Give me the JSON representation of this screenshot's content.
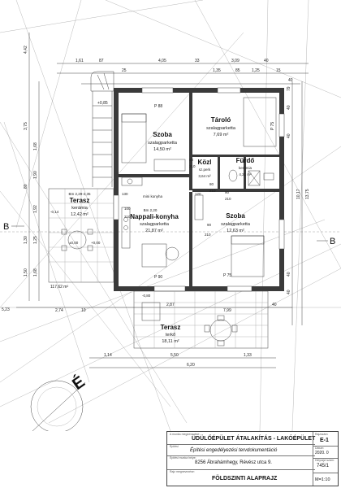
{
  "top_dims": {
    "row1": [
      "1,61",
      "87",
      "4,05",
      "33",
      "3,09",
      "40"
    ],
    "row2": [
      "25",
      "1,35",
      "85",
      "1,25",
      "15",
      "40"
    ],
    "left_vertical": [
      "4,42",
      "3,75",
      "1,68",
      "1,90",
      "80",
      "1,92",
      "1,30",
      "1,25",
      "1,50",
      "1,68"
    ],
    "right_vertical": [
      "79",
      "40",
      "40",
      "13,75",
      "10,17",
      "40",
      "40"
    ],
    "bottom_row1": [
      "2,74",
      "10",
      "2,87",
      "7,99",
      "40"
    ],
    "bottom_row2": [
      "1,14",
      "5,50",
      "1,33"
    ],
    "bottom_row3": [
      "6,20"
    ],
    "far_left": "5,23"
  },
  "rooms": {
    "szoba1": {
      "name": "Szoba",
      "floor": "szalagparketta",
      "area": "14,50 m²"
    },
    "tarolo": {
      "name": "Tároló",
      "floor": "szalagparketta",
      "area": "7,69 m²"
    },
    "kozl": {
      "name": "Közl",
      "floor": "sz.perk",
      "area": "3,64 m²"
    },
    "furdo": {
      "name": "Fürdő",
      "floor": "kerámia",
      "area": "4,21 m²"
    },
    "nappali": {
      "name": "Nappali-konyha",
      "floor": "szalagparketta",
      "area": "21,87 m²",
      "height": "Bm 2,20"
    },
    "szoba2": {
      "name": "Szoba",
      "floor": "szalagparketta",
      "area": "12,63 m²"
    },
    "terasz_left": {
      "name": "Terasz",
      "floor": "kerámia",
      "area": "12,42 m²",
      "height": "Bm 2,29-2,35"
    },
    "terasz_bottom": {
      "name": "Terasz",
      "floor": "terkő",
      "area": "18,11 m²"
    }
  },
  "labels": {
    "mini_konyha": "mini konyha",
    "footprint_area": "117,62 m²",
    "p88": "P 88",
    "p75a": "P 75",
    "p75b": "P 75",
    "p90": "P 90",
    "section_left": "B",
    "section_right": "B",
    "north_mark": "É",
    "level_top": "+0,85",
    "level_mid": "+0,00",
    "level_a": "±0,00",
    "level_b": "-0,80",
    "level_c": "-0,14",
    "door_dims": [
      "90",
      "210",
      "80",
      "210",
      "90",
      "210",
      "100",
      "210",
      "90",
      "210",
      "120",
      "130"
    ]
  },
  "title_block": {
    "project_label": "A munka megnevezése:",
    "project": "ÜDÜLŐÉPÜLET ÁTALAKÍTÁS - LAKÓÉPÜLET",
    "phase_label": "Építési",
    "phase": "Építési engedélyezési tervdokumentáció",
    "location_label": "Építési munka helye:",
    "location": "8256 Ábrahámhegy, Révész utca 9.",
    "drawing_label": "Rajz megnevezése:",
    "drawing": "FÖLDSZINTI ALAPRAJZ",
    "sheet_label": "Rajzszám:",
    "sheet": "E-1",
    "date_label": "Dátum:",
    "date": "2020. 0",
    "parcel_label": "Helyrajzi szám:",
    "parcel": "745/1",
    "scale": "M=1:10"
  }
}
